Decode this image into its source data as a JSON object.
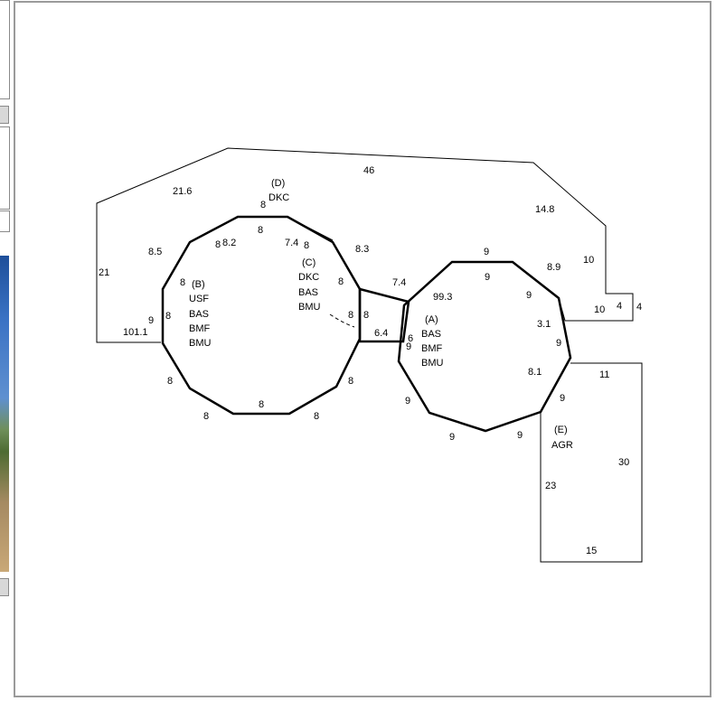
{
  "labels": {
    "d": "(D)",
    "d_code": "DKC",
    "b": "(B)",
    "b_usf": "USF",
    "b_bas": "BAS",
    "b_bmf": "BMF",
    "b_bmu": "BMU",
    "c": "(C)",
    "c_dkc": "DKC",
    "c_bas": "BAS",
    "c_bmu": "BMU",
    "a": "(A)",
    "a_bas": "BAS",
    "a_bmf": "BMF",
    "a_bmu": "BMU",
    "e": "(E)",
    "e_agr": "AGR"
  },
  "dimensions": {
    "top_46": "46",
    "upper_left_21_6": "21.6",
    "right_14_8": "14.8",
    "left_21": "21",
    "left_101_1": "101.1",
    "d_8": "8",
    "b_8_5": "8.5",
    "b_8a": "8",
    "b_8_2": "8.2",
    "b_8_top": "8",
    "b_7_4": "7.4",
    "b_8_top2": "8",
    "b_8_3": "8.3",
    "b_8_left": "8",
    "b_9": "9",
    "b_8_l2": "8",
    "b_8_l3": "8",
    "b_8_bl": "8",
    "b_8_bot": "8",
    "b_8_br": "8",
    "b_8_r": "8",
    "b_8_inner_r": "8",
    "c_8": "8",
    "c_8b": "8",
    "conn_7_4": "7.4",
    "conn_6_4": "6.4",
    "a_6": "6",
    "a_9_top": "9",
    "a_9_inner": "9",
    "a_99_3": "99.3",
    "a_8_9": "8.9",
    "a_10": "10",
    "a_9_r": "9",
    "a_10b": "10",
    "a_4": "4",
    "a_4b": "4",
    "a_3_1": "3.1",
    "a_9_r2": "9",
    "a_9_left": "9",
    "a_9_left2": "9",
    "a_8_1": "8.1",
    "a_9_r3": "9",
    "a_9_b": "9",
    "a_9_b2": "9",
    "e_11": "11",
    "e_30": "30",
    "e_23": "23",
    "e_15": "15"
  }
}
